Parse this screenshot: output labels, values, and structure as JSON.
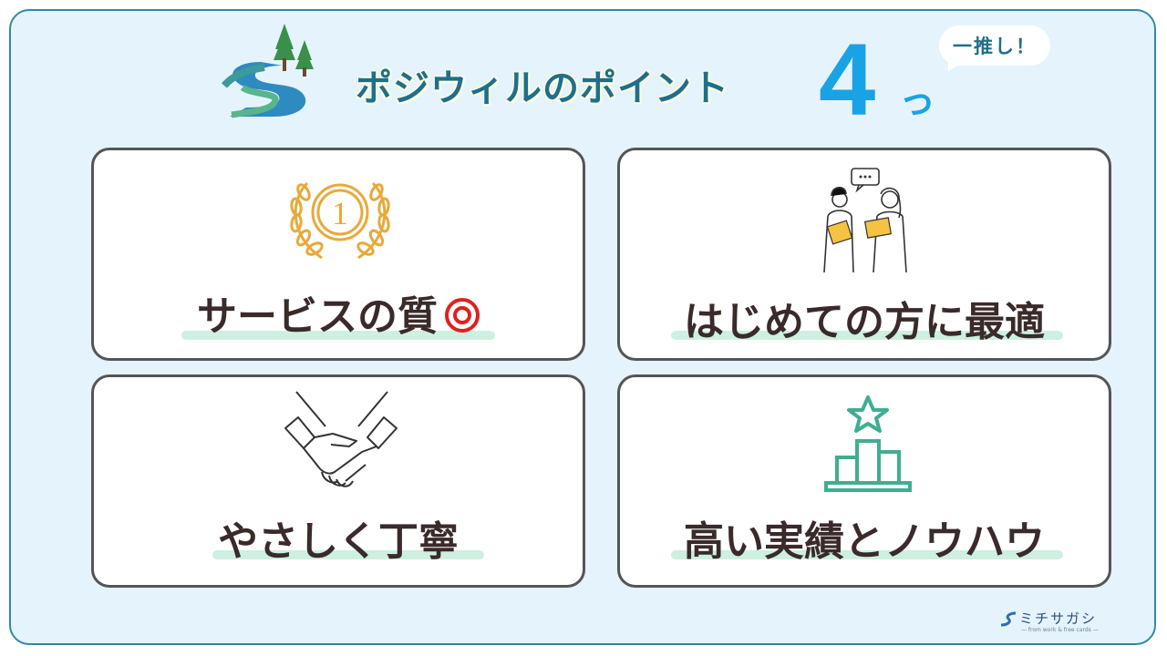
{
  "header": {
    "title": "ポジウィルのポイント",
    "number": "4",
    "counter_suffix": "っ",
    "bubble": "一推し！"
  },
  "cards": [
    {
      "label": "サービスの質",
      "icon": "first-place-laurel-icon"
    },
    {
      "label": "はじめての方に最適",
      "icon": "two-people-talking-icon"
    },
    {
      "label": "やさしく丁寧",
      "icon": "handshake-icon"
    },
    {
      "label": "高い実績とノウハウ",
      "icon": "podium-star-icon"
    }
  ],
  "footer": {
    "brand": "ミチサガシ",
    "tagline": "— from work & free cards —"
  },
  "colors": {
    "frame_border": "#2f8aa3",
    "frame_bg": "#e5f3fc",
    "title": "#1f6f8b",
    "accent": "#1aa2e6",
    "highlight": "#cdf0e0",
    "laurel": "#e8a93a",
    "podium": "#3fae92"
  }
}
